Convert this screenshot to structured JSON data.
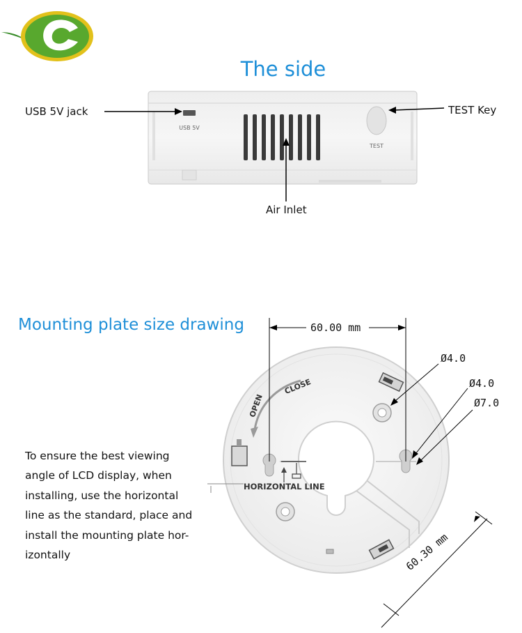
{
  "side_section": {
    "title": "The side",
    "callouts": {
      "usb": "USB 5V jack",
      "test": "TEST Key",
      "air": "Air Inlet"
    }
  },
  "mounting_section": {
    "title": "Mounting plate size drawing",
    "dimensions": {
      "width": "60.00 mm",
      "height": "60.30 mm",
      "hole_a": "Ø4.0",
      "hole_b": "Ø4.0",
      "hole_c": "Ø7.0"
    },
    "plate_labels": {
      "open": "OPEN",
      "close": "CLOSE",
      "horizontal": "HORIZONTAL LINE"
    },
    "instruction_lines": [
      "To ensure the best viewing",
      "angle of LCD display, when",
      "installing,  use the horizontal",
      "line as the standard, place and",
      "install the mounting plate hor-",
      "izontally"
    ]
  },
  "colors": {
    "accent": "#1e8fd8",
    "logo_green": "#58a82e",
    "logo_yellow": "#e2c11b"
  }
}
